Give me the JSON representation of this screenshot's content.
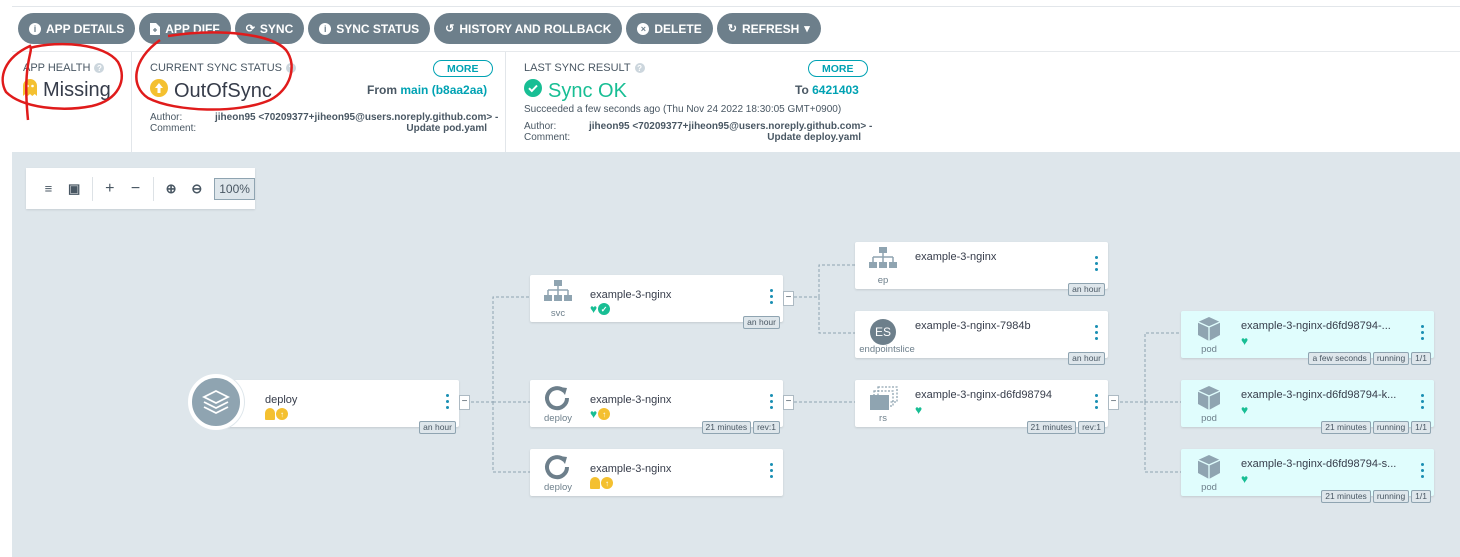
{
  "toolbar": {
    "buttons": [
      {
        "label": "APP DETAILS",
        "icon": "info-icon"
      },
      {
        "label": "APP DIFF",
        "icon": "file-diff-icon"
      },
      {
        "label": "SYNC",
        "icon": "sync-icon"
      },
      {
        "label": "SYNC STATUS",
        "icon": "info-icon"
      },
      {
        "label": "HISTORY AND ROLLBACK",
        "icon": "history-icon"
      },
      {
        "label": "DELETE",
        "icon": "delete-icon"
      },
      {
        "label": "REFRESH",
        "icon": "refresh-icon"
      }
    ]
  },
  "app_health": {
    "label": "APP HEALTH",
    "value": "Missing"
  },
  "sync_status": {
    "label": "CURRENT SYNC STATUS",
    "value": "OutOfSync",
    "more": "MORE",
    "from_prefix": "From",
    "branch": "main",
    "revision": "(b8aa2aa)",
    "author_label": "Author:",
    "author": "jiheon95 <70209377+jiheon95@users.noreply.github.com> -",
    "comment_label": "Comment:",
    "comment": "Update pod.yaml"
  },
  "last_sync": {
    "label": "LAST SYNC RESULT",
    "value": "Sync OK",
    "more": "MORE",
    "to_prefix": "To",
    "revision": "6421403",
    "succeeded": "Succeeded a few seconds ago (Thu Nov 24 2022 18:30:05 GMT+0900)",
    "author_label": "Author:",
    "author": "jiheon95 <70209377+jiheon95@users.noreply.github.com> -",
    "comment_label": "Comment:",
    "comment": "Update deploy.yaml"
  },
  "zoom": {
    "percent": "100%"
  },
  "nodes": {
    "deploy_root": {
      "title": "deploy",
      "tags": [
        "an hour"
      ]
    },
    "svc": {
      "title": "example-3-nginx",
      "kind": "svc",
      "tags": [
        "an hour"
      ]
    },
    "deploy1": {
      "title": "example-3-nginx",
      "kind": "deploy",
      "tags": [
        "21 minutes",
        "rev:1"
      ]
    },
    "deploy2": {
      "title": "example-3-nginx",
      "kind": "deploy",
      "tags": []
    },
    "ep": {
      "title": "example-3-nginx",
      "kind": "ep",
      "tags": [
        "an hour"
      ]
    },
    "es": {
      "title": "example-3-nginx-7984b",
      "kind": "endpointslice",
      "icon_text": "ES",
      "tags": [
        "an hour"
      ]
    },
    "rs": {
      "title": "example-3-nginx-d6fd98794",
      "kind": "rs",
      "tags": [
        "21 minutes",
        "rev:1"
      ]
    },
    "pod1": {
      "title": "example-3-nginx-d6fd98794-...",
      "kind": "pod",
      "tags": [
        "a few seconds",
        "running",
        "1/1"
      ]
    },
    "pod2": {
      "title": "example-3-nginx-d6fd98794-k...",
      "kind": "pod",
      "tags": [
        "21 minutes",
        "running",
        "1/1"
      ]
    },
    "pod3": {
      "title": "example-3-nginx-d6fd98794-s...",
      "kind": "pod",
      "tags": [
        "21 minutes",
        "running",
        "1/1"
      ]
    }
  },
  "colors": {
    "accent": "#00a2b3",
    "healthy": "#18be94",
    "warning": "#f4c030",
    "annotation": "#e01b1b"
  }
}
